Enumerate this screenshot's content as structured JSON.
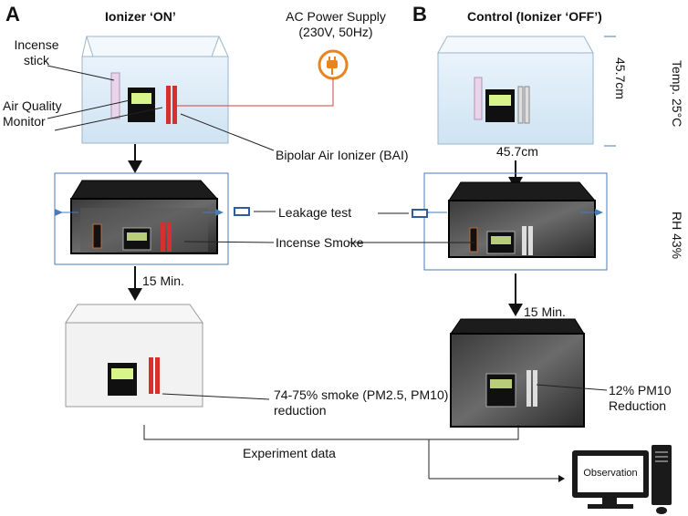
{
  "panel_a": {
    "letter": "A",
    "title": "Ionizer ‘ON’",
    "incense_label": "Incense\nstick",
    "aqm_label": "Air Quality\nMonitor",
    "power_label": "AC Power Supply\n(230V, 50Hz)",
    "bai_label": "Bipolar Air Ionizer (BAI)",
    "leakage_label": "Leakage test",
    "smoke_label": "Incense Smoke",
    "time_label": "15 Min.",
    "result_label": "74-75% smoke (PM2.5, PM10)\nreduction"
  },
  "panel_b": {
    "letter": "B",
    "title": "Control  (Ionizer ‘OFF’)",
    "height_label": "45.7cm",
    "width_label": "45.7cm",
    "temp_label": "Temp. 25°C",
    "rh_label": "RH 43%",
    "time_label": "15 Min.",
    "result_label": "12% PM10\nReduction"
  },
  "bottom": {
    "experiment_label": "Experiment data",
    "observation_label": "Observation"
  }
}
